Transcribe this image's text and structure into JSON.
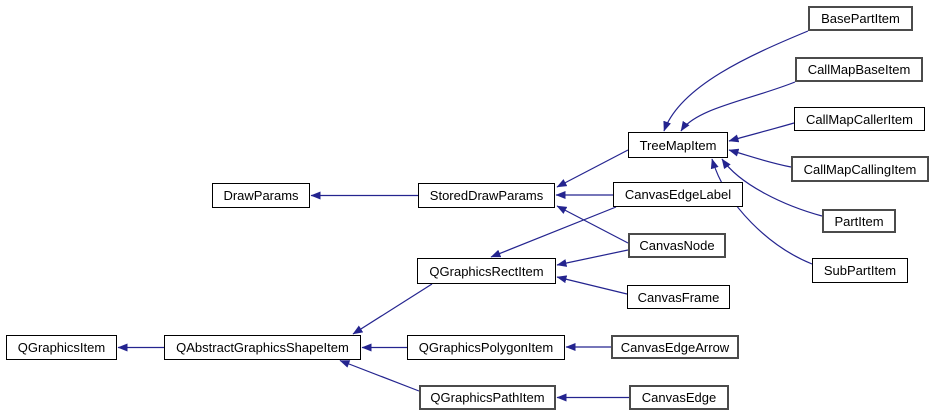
{
  "diagram": {
    "type": "class-inheritance-graph",
    "colors": {
      "background": "#ffffff",
      "edge": "#24248f",
      "node_fill": "#ffffff",
      "border": "#000000",
      "border_undocumented": "#4b4b4b",
      "text": "#000000"
    },
    "nodes": [
      {
        "id": "BasePartItem",
        "label": "BasePartItem",
        "bold": true
      },
      {
        "id": "CallMapBaseItem",
        "label": "CallMapBaseItem",
        "bold": true
      },
      {
        "id": "CallMapCallerItem",
        "label": "CallMapCallerItem",
        "bold": false
      },
      {
        "id": "CallMapCallingItem",
        "label": "CallMapCallingItem",
        "bold": true
      },
      {
        "id": "PartItem",
        "label": "PartItem",
        "bold": true
      },
      {
        "id": "SubPartItem",
        "label": "SubPartItem",
        "bold": false
      },
      {
        "id": "TreeMapItem",
        "label": "TreeMapItem",
        "bold": false
      },
      {
        "id": "DrawParams",
        "label": "DrawParams",
        "bold": false
      },
      {
        "id": "StoredDrawParams",
        "label": "StoredDrawParams",
        "bold": false
      },
      {
        "id": "CanvasEdgeLabel",
        "label": "CanvasEdgeLabel",
        "bold": false
      },
      {
        "id": "CanvasNode",
        "label": "CanvasNode",
        "bold": true
      },
      {
        "id": "CanvasFrame",
        "label": "CanvasFrame",
        "bold": false
      },
      {
        "id": "QGraphicsRectItem",
        "label": "QGraphicsRectItem",
        "bold": false
      },
      {
        "id": "QGraphicsItem",
        "label": "QGraphicsItem",
        "bold": false
      },
      {
        "id": "QAbstractGraphicsShapeItem",
        "label": "QAbstractGraphicsShapeItem",
        "bold": false
      },
      {
        "id": "QGraphicsPolygonItem",
        "label": "QGraphicsPolygonItem",
        "bold": false
      },
      {
        "id": "CanvasEdgeArrow",
        "label": "CanvasEdgeArrow",
        "bold": true
      },
      {
        "id": "QGraphicsPathItem",
        "label": "QGraphicsPathItem",
        "bold": true
      },
      {
        "id": "CanvasEdge",
        "label": "CanvasEdge",
        "bold": true
      }
    ],
    "edges": [
      {
        "from": "StoredDrawParams",
        "to": "DrawParams"
      },
      {
        "from": "TreeMapItem",
        "to": "StoredDrawParams"
      },
      {
        "from": "CanvasEdgeLabel",
        "to": "StoredDrawParams"
      },
      {
        "from": "CanvasNode",
        "to": "StoredDrawParams"
      },
      {
        "from": "CanvasEdgeLabel",
        "to": "QGraphicsRectItem"
      },
      {
        "from": "CanvasNode",
        "to": "QGraphicsRectItem"
      },
      {
        "from": "CanvasFrame",
        "to": "QGraphicsRectItem"
      },
      {
        "from": "QGraphicsRectItem",
        "to": "QAbstractGraphicsShapeItem"
      },
      {
        "from": "QAbstractGraphicsShapeItem",
        "to": "QGraphicsItem"
      },
      {
        "from": "QGraphicsPolygonItem",
        "to": "QAbstractGraphicsShapeItem"
      },
      {
        "from": "QGraphicsPathItem",
        "to": "QAbstractGraphicsShapeItem"
      },
      {
        "from": "CanvasEdgeArrow",
        "to": "QGraphicsPolygonItem"
      },
      {
        "from": "CanvasEdge",
        "to": "QGraphicsPathItem"
      },
      {
        "from": "BasePartItem",
        "to": "TreeMapItem"
      },
      {
        "from": "CallMapBaseItem",
        "to": "TreeMapItem"
      },
      {
        "from": "CallMapCallerItem",
        "to": "TreeMapItem"
      },
      {
        "from": "CallMapCallingItem",
        "to": "TreeMapItem"
      },
      {
        "from": "PartItem",
        "to": "TreeMapItem"
      },
      {
        "from": "SubPartItem",
        "to": "TreeMapItem"
      }
    ]
  }
}
